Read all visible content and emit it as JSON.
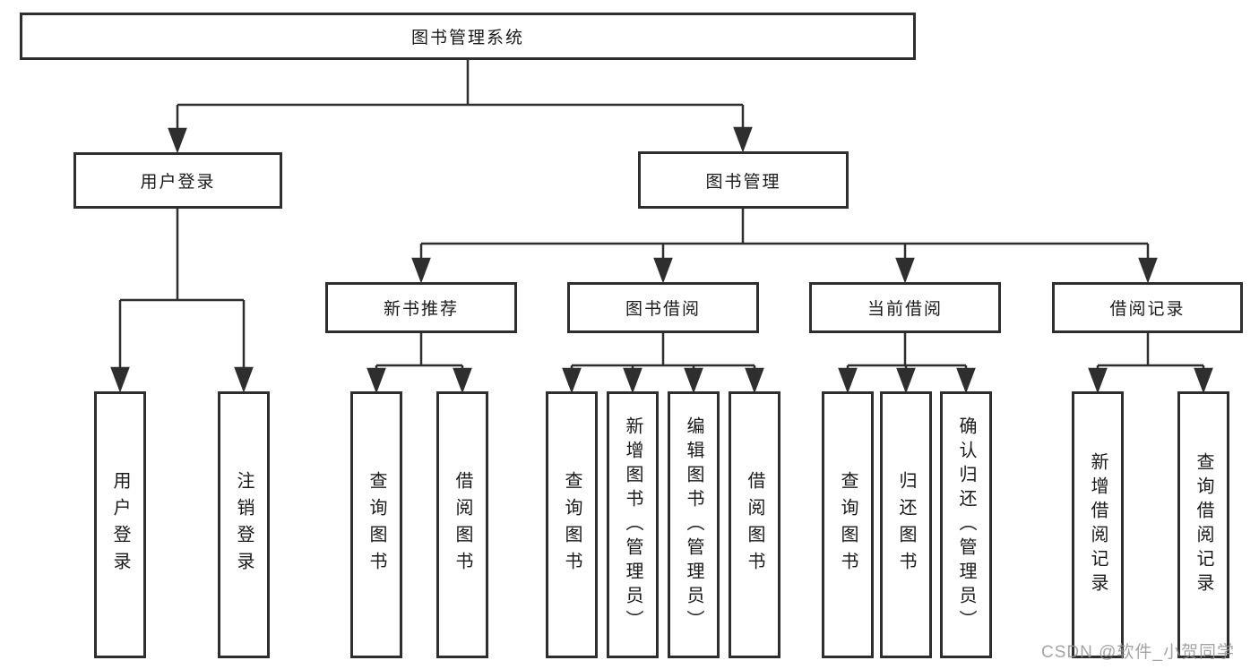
{
  "nodes": {
    "root": {
      "label": "图书管理系统"
    },
    "user_login": {
      "label": "用户登录"
    },
    "book_mgmt": {
      "label": "图书管理"
    },
    "new_book_rec": {
      "label": "新书推荐"
    },
    "book_borrow": {
      "label": "图书借阅"
    },
    "current_borrow": {
      "label": "当前借阅"
    },
    "borrow_records": {
      "label": "借阅记录"
    },
    "leaf_user_login": {
      "label": "用户登录"
    },
    "leaf_logout": {
      "label": "注销登录"
    },
    "leaf_rec_query_book": {
      "label": "查询图书"
    },
    "leaf_rec_borrow_book": {
      "label": "借阅图书"
    },
    "leaf_bor_query_book": {
      "label": "查询图书"
    },
    "leaf_bor_add_book": {
      "label": "新增图书（管理员）"
    },
    "leaf_bor_edit_book": {
      "label": "编辑图书（管理员）"
    },
    "leaf_bor_borrow_book": {
      "label": "借阅图书"
    },
    "leaf_cur_query_book": {
      "label": "查询图书"
    },
    "leaf_cur_return_book": {
      "label": "归还图书"
    },
    "leaf_cur_confirm_return": {
      "label": "确认归还（管理员）"
    },
    "leaf_rcd_add_record": {
      "label": "新增借阅记录"
    },
    "leaf_rcd_query_record": {
      "label": "查询借阅记录"
    }
  },
  "watermark": {
    "text": "CSDN @软件_小贺同学"
  },
  "colors": {
    "line": "#2e2e2e",
    "box_fill": "#ffffff",
    "text": "#1a1a1a",
    "watermark": "#949494"
  }
}
